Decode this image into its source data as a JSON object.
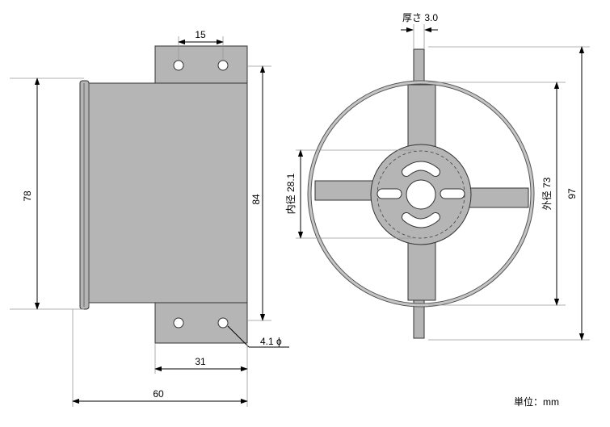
{
  "dims": {
    "d15": "15",
    "d78": "78",
    "d84": "84",
    "d31": "31",
    "d60": "60",
    "hole": "4.1 ϕ",
    "thickness": "厚さ 3.0",
    "inner": "内径 28.1",
    "outer": "外径 73",
    "d97": "97",
    "unit": "単位：mm"
  }
}
